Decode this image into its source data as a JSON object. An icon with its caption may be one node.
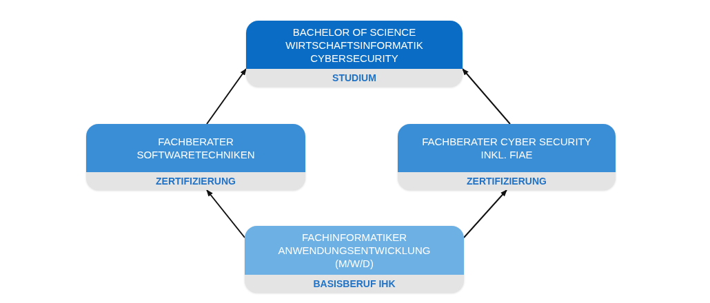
{
  "diagram": {
    "nodes": [
      {
        "text": [
          "BACHELOR OF SCIENCE WIRTSCHAFTSINFORMATIK CYBERSECURITY",
          "STUDIUM"
        ]
      },
      {
        "text": [
          "FACHBERATER SOFTWARETECHNIKEN",
          "ZERTIFIZIERUNG"
        ]
      },
      {
        "text": [
          "FACHBERATER CYBER SECURITY INKL. FIAE",
          "ZERTIFIZIERUNG"
        ]
      },
      {
        "text": [
          "FACHINFORMATIKER ANWENDUNGSENTWICKLUNG (M/W/D)",
          "BASISBERUF IHK"
        ]
      }
    ],
    "edges": [
      {
        "from": 3,
        "to": 1,
        "arrow": "to"
      },
      {
        "from": 3,
        "to": 2,
        "arrow": "to"
      },
      {
        "from": 1,
        "to": 0,
        "arrow": "to"
      },
      {
        "from": 2,
        "to": 0,
        "arrow": "to"
      }
    ]
  }
}
